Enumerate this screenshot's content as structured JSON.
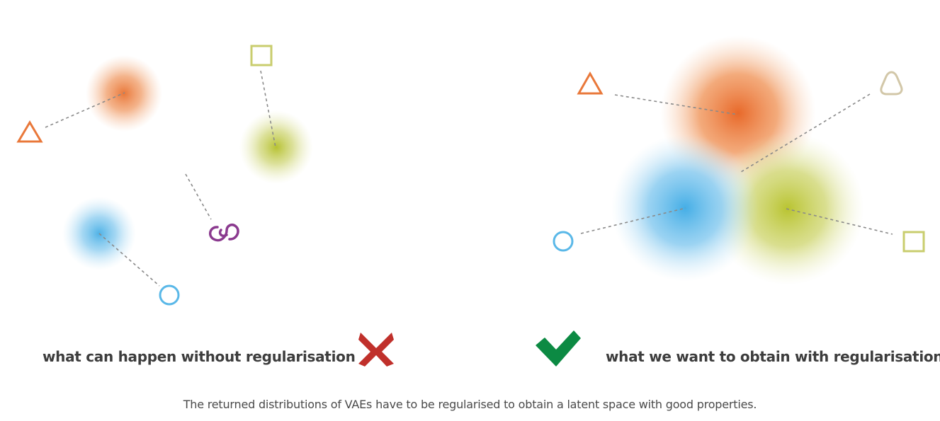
{
  "left_panel": {
    "label": "what can happen without regularisation",
    "mark_icon": "cross-icon",
    "mark_color": "#c0302b"
  },
  "right_panel": {
    "label": "what we want to obtain with regularisation",
    "mark_icon": "check-icon",
    "mark_color": "#0c8a43"
  },
  "caption": "The returned distributions of VAEs have to be regularised to obtain a latent space with good properties.",
  "colors": {
    "orange": "#e9783a",
    "green": "#bfc94b",
    "blue": "#5ab8e8",
    "purple": "#8b3a8f",
    "beige": "#d2c7a8",
    "dash": "#8a8a8a"
  }
}
